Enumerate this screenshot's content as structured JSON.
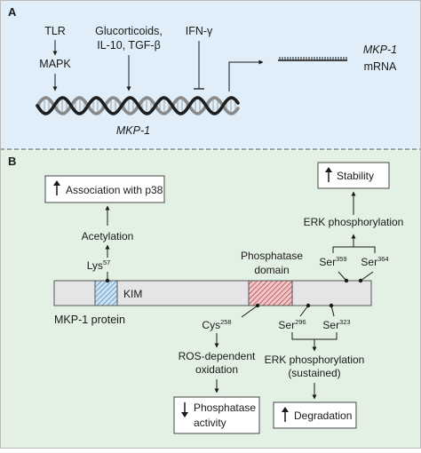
{
  "colors": {
    "panel_a_bg": "#dfeef8",
    "panel_b_bg": "#e3f0e4",
    "border": "#444444",
    "text": "#1a1a1a",
    "kim_hatch": "#6fa8d8",
    "phosphatase_hatch": "#c9474d",
    "protein_bar": "#e5e5e7"
  },
  "panel_a": {
    "label": "A",
    "tlr": "TLR",
    "mapk": "MAPK",
    "glucocorticoids_line1": "Glucorticoids,",
    "glucocorticoids_line2": "IL-10, TGF-β",
    "ifn": "IFN-γ",
    "gene_label": "MKP-1",
    "mrna_name": "MKP-1",
    "mrna_word": "mRNA"
  },
  "panel_b": {
    "label": "B",
    "association_box": "Association with p38",
    "acetylation": "Acetylation",
    "lys": "Lys",
    "lys_sup": "57",
    "protein_label": "MKP-1 protein",
    "kim_label": "KIM",
    "phosphatase_line1": "Phosphatase",
    "phosphatase_line2": "domain",
    "cys": "Cys",
    "cys_sup": "258",
    "ros_line1": "ROS-dependent",
    "ros_line2": "oxidation",
    "phosphatase_activity_line1": "Phosphatase",
    "phosphatase_activity_line2": "activity",
    "ser296": "Ser",
    "ser296_sup": "296",
    "ser323": "Ser",
    "ser323_sup": "323",
    "erk_sustained_line1": "ERK phosphorylation",
    "erk_sustained_line2": "(sustained)",
    "degradation_box": "Degradation",
    "stability_box": "Stability",
    "erk_phosphorylation": "ERK phosphorylation",
    "ser359": "Ser",
    "ser359_sup": "359",
    "ser364": "Ser",
    "ser364_sup": "364",
    "up_arrow_icon": "up-arrow-icon",
    "down_arrow_icon": "down-arrow-icon"
  }
}
